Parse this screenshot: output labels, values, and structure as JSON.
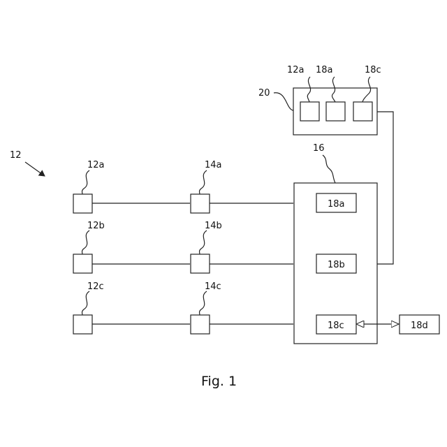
{
  "labels": {
    "system": "12",
    "sensor_a": "12a",
    "sensor_b": "12b",
    "sensor_c": "12c",
    "node_a": "14a",
    "node_b": "14b",
    "node_c": "14c",
    "controller": "16",
    "module_a": "18a",
    "module_b": "18b",
    "module_c": "18c",
    "module_d": "18d",
    "remote": "20",
    "remote_a": "12a",
    "remote_b": "18a",
    "remote_c": "18c"
  },
  "caption": "Fig. 1"
}
